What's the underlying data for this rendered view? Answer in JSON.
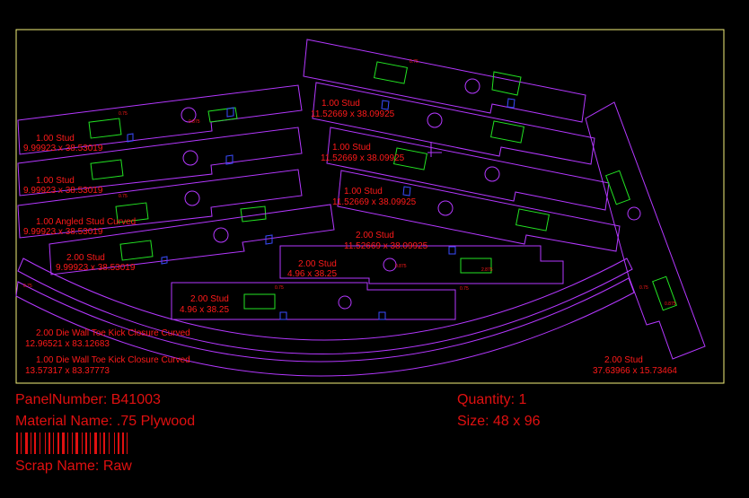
{
  "colors": {
    "sheet_border": "#f4f07a",
    "part_outline": "#b438ff",
    "part_outline_alt": "#3a4cff",
    "label_text": "#ff1a1a",
    "feature_green": "#23e323",
    "info_text": "#e01010"
  },
  "parts": [
    {
      "name": "1.00 Stud",
      "size": "9.99923 x 38.53019"
    },
    {
      "name": "1.00 Stud",
      "size": "9.99923 x 38.53019"
    },
    {
      "name": "1.00 Angled Stud Curved",
      "size": "9.99923 x 38.53019"
    },
    {
      "name": "2.00 Stud",
      "size": "9.99923 x 38.53019"
    },
    {
      "name": "1.00 Stud",
      "size": "11.52669 x 38.09925"
    },
    {
      "name": "1.00 Stud",
      "size": "11.52669 x 38.09925"
    },
    {
      "name": "1.00 Stud",
      "size": "11.52669 x 38.09925"
    },
    {
      "name": "2.00 Stud",
      "size": "11.52669 x 38.09925"
    },
    {
      "name": "2.00 Stud",
      "size": "4.96 x 38.25"
    },
    {
      "name": "2.00 Stud",
      "size": "4.96 x 38.25"
    },
    {
      "name": "2.00 Die Wall Toe Kick Closure Curved",
      "size": "12.96521 x 83.12683"
    },
    {
      "name": "1.00 Die Wall Toe Kick Closure Curved",
      "size": "13.57317 x 83.37773"
    },
    {
      "name": "2.00 Stud",
      "size": "37.63966 x 15.73464"
    }
  ],
  "small_labels": {
    "edge": "0.75",
    "hole": "0.875",
    "slot": "2.875"
  },
  "info": {
    "panel_number": "PanelNumber: B41003",
    "material_name": "Material Name: .75 Plywood",
    "scrap_name": "Scrap Name: Raw",
    "quantity": "Quantity: 1",
    "size": "Size: 48 x 96"
  }
}
